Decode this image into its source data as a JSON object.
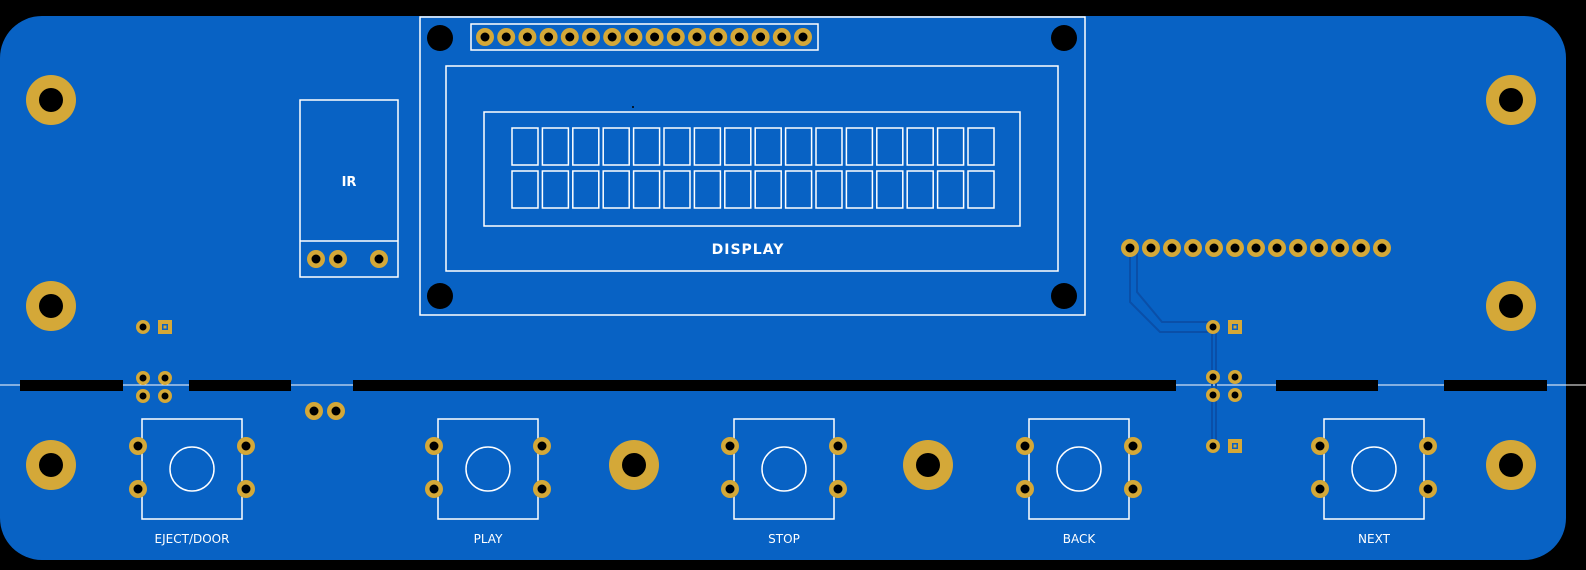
{
  "board": {
    "colors": {
      "background": "#000000",
      "board": "#0862c4",
      "silkscreen": "#ffffff",
      "pad": "#d4a838",
      "hole": "#000000",
      "cutout": "#000000",
      "trace": "#0a4fa8"
    }
  },
  "labels": {
    "ir": "IR",
    "display": "DISPLAY"
  },
  "lcd": {
    "rows": 2,
    "columns": 16,
    "header_pins": 16
  },
  "side_header": {
    "pins": 13
  },
  "buttons": [
    {
      "label": "EJECT/DOOR"
    },
    {
      "label": "PLAY"
    },
    {
      "label": "STOP"
    },
    {
      "label": "BACK"
    },
    {
      "label": "NEXT"
    }
  ]
}
